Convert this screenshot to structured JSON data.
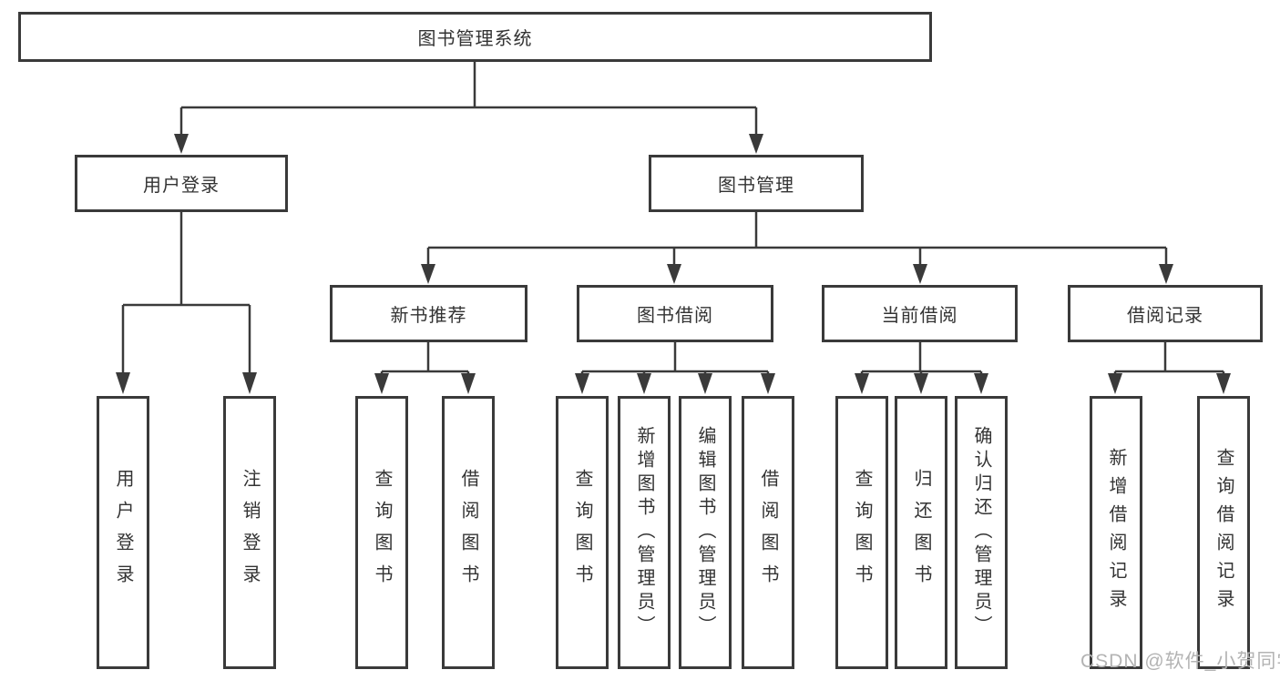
{
  "diagram": {
    "root": {
      "label": "图书管理系统"
    },
    "level2": [
      {
        "label": "用户登录"
      },
      {
        "label": "图书管理"
      }
    ],
    "level3": [
      {
        "label": "新书推荐"
      },
      {
        "label": "图书借阅"
      },
      {
        "label": "当前借阅"
      },
      {
        "label": "借阅记录"
      }
    ],
    "leaves": [
      {
        "label": "用户登录",
        "parent": "用户登录"
      },
      {
        "label": "注销登录",
        "parent": "用户登录"
      },
      {
        "label": "查询图书",
        "parent": "新书推荐"
      },
      {
        "label": "借阅图书",
        "parent": "新书推荐"
      },
      {
        "label": "查询图书",
        "parent": "图书借阅"
      },
      {
        "label": "新增图书（管理员）",
        "parent": "图书借阅"
      },
      {
        "label": "编辑图书（管理员）",
        "parent": "图书借阅"
      },
      {
        "label": "借阅图书",
        "parent": "图书借阅"
      },
      {
        "label": "查询图书",
        "parent": "当前借阅"
      },
      {
        "label": "归还图书",
        "parent": "当前借阅"
      },
      {
        "label": "确认归还（管理员）",
        "parent": "当前借阅"
      },
      {
        "label": "新增借阅记录",
        "parent": "借阅记录"
      },
      {
        "label": "查询借阅记录",
        "parent": "借阅记录"
      }
    ]
  },
  "watermark": {
    "text": "CSDN @软件_小贺同学"
  },
  "colors": {
    "line": "#3a3a3a",
    "box_border": "#3a3a3a",
    "text": "#333333",
    "watermark": "#b3b3b3",
    "background": "#ffffff"
  }
}
